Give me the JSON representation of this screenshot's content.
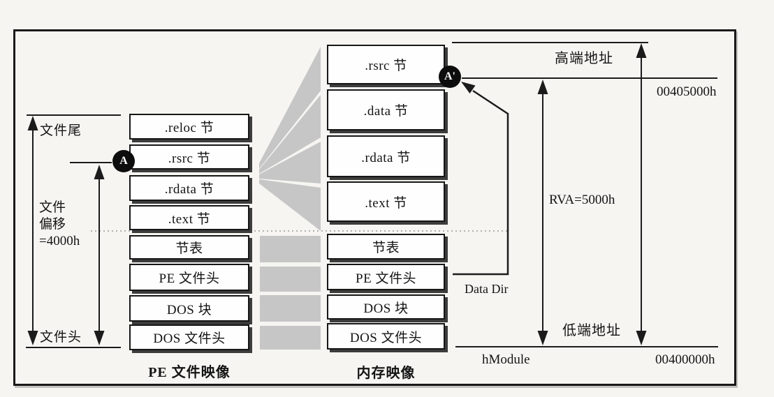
{
  "diagram": {
    "file_image": {
      "caption": "PE 文件映像",
      "boxes": [
        ".reloc 节",
        ".rsrc 节",
        ".rdata 节",
        ".text 节",
        "节表",
        "PE 文件头",
        "DOS 块",
        "DOS 文件头"
      ]
    },
    "memory_image": {
      "caption": "内存映像",
      "boxes": [
        ".rsrc 节",
        ".data 节",
        ".rdata 节",
        ".text 节",
        "节表",
        "PE 文件头",
        "DOS 块",
        "DOS 文件头"
      ]
    },
    "left": {
      "file_end_label": "文件尾",
      "offset_line1": "文件",
      "offset_line2": "偏移",
      "offset_line3": "=4000h",
      "file_start_label": "文件头"
    },
    "right": {
      "high_address_label": "高端地址",
      "high_address_value": "00405000h",
      "rva_label": "RVA=5000h",
      "data_dir_label": "Data Dir",
      "low_address_label": "低端地址",
      "hmodule_label": "hModule",
      "base_address_value": "00400000h"
    },
    "badges": {
      "file_point": "A",
      "memory_point": "A'"
    },
    "colors": {
      "line": "#1b1b1b",
      "box_border": "#161616",
      "box_shadow": "#3c3c3c",
      "fan_gray": "#c6c6c6",
      "paper": "#f6f5f2"
    }
  }
}
